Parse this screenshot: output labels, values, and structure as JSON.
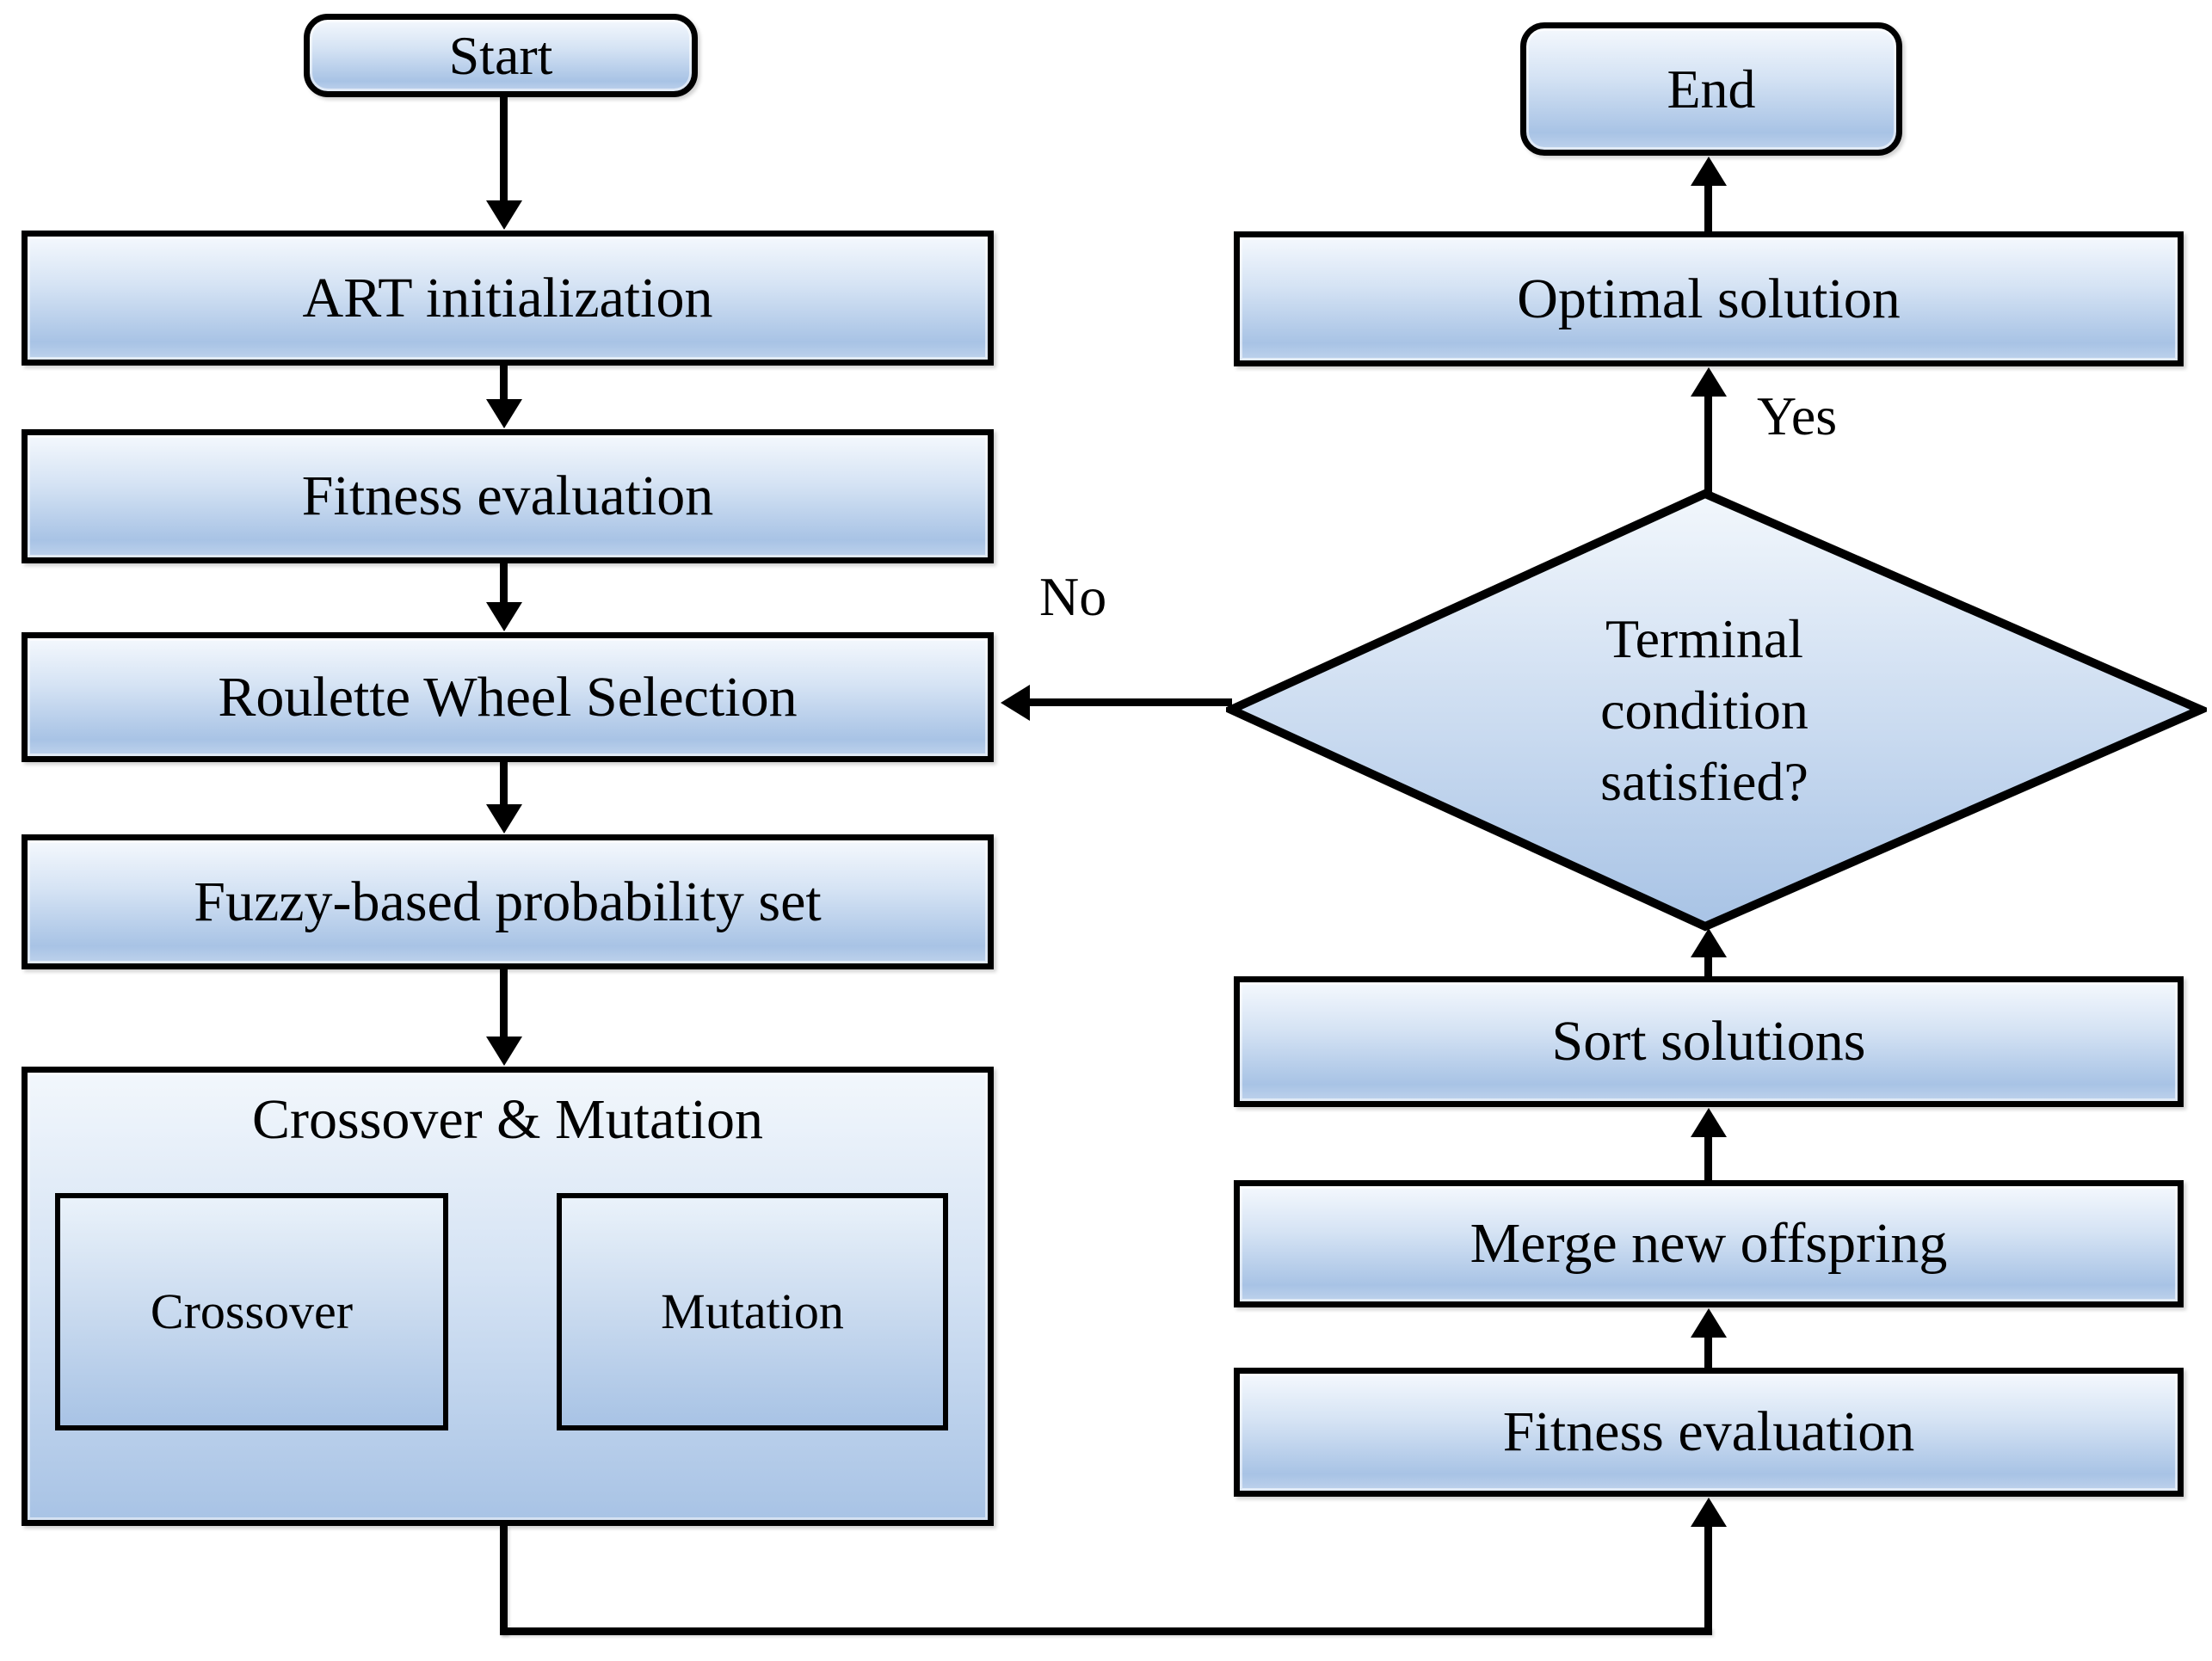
{
  "colors": {
    "background": "#ffffff",
    "border": "#000000",
    "fill_top": "#f4f8fd",
    "fill_mid": "#c6d8ee",
    "fill_bottom": "#a8c3e5",
    "text": "#000000"
  },
  "nodes": {
    "start": {
      "label": "Start",
      "shape": "rounded"
    },
    "art_initialization": {
      "label": "ART initialization",
      "shape": "process"
    },
    "fitness_evaluation_left": {
      "label": "Fitness evaluation",
      "shape": "process"
    },
    "roulette_wheel_selection": {
      "label": "Roulette Wheel Selection",
      "shape": "process"
    },
    "fuzzy_probability_set": {
      "label": "Fuzzy-based probability set",
      "shape": "process"
    },
    "crossover_mutation": {
      "title": "Crossover & Mutation",
      "shape": "group",
      "children": {
        "crossover": "Crossover",
        "mutation": "Mutation"
      }
    },
    "fitness_evaluation_right": {
      "label": "Fitness evaluation",
      "shape": "process"
    },
    "merge_new_offspring": {
      "label": "Merge new offspring",
      "shape": "process"
    },
    "sort_solutions": {
      "label": "Sort solutions",
      "shape": "process"
    },
    "terminal_condition": {
      "label": "Terminal condition satisfied?",
      "shape": "decision"
    },
    "optimal_solution": {
      "label": "Optimal solution",
      "shape": "process"
    },
    "end": {
      "label": "End",
      "shape": "rounded"
    }
  },
  "edges": {
    "no_label": "No",
    "yes_label": "Yes"
  }
}
